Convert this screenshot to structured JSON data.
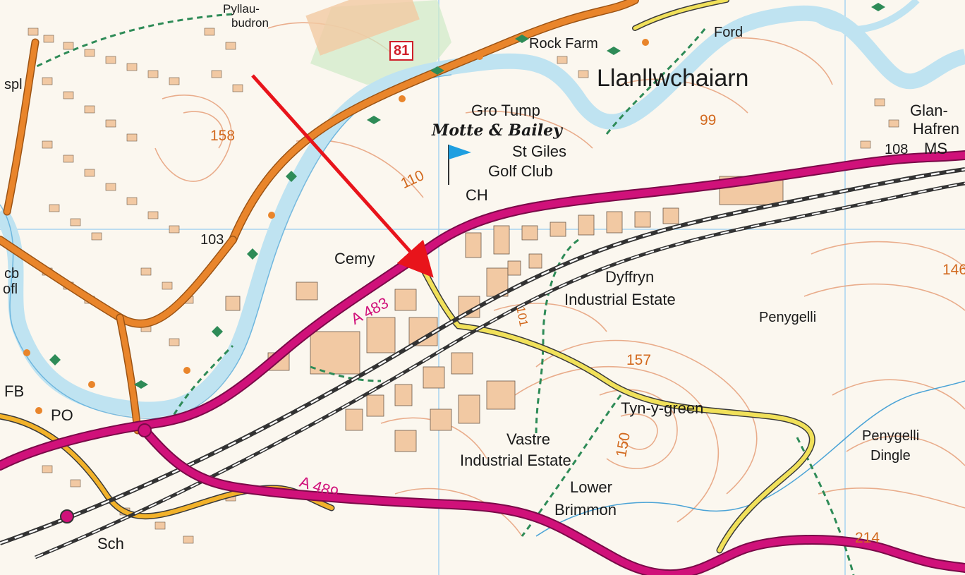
{
  "map": {
    "colors": {
      "background": "#fbf7ef",
      "river": "#bfe3f1",
      "a_road": "#d0117a",
      "b_road": "#e9852b",
      "minor_road": "#f1e15a",
      "railway": "#333333",
      "buildings": "#f2c9a3",
      "contours": "#e6a07a",
      "grid": "#a8d4f0",
      "footpath": "#2e8b57",
      "arrow": "#e8141b"
    },
    "icons": {
      "golf_flag": "flag-icon",
      "arrow": "arrow-icon"
    },
    "labels": {
      "pyllaubudron_1": "Pyllau-",
      "pyllaubudron_2": "budron",
      "rock_farm": "Rock Farm",
      "ford": "Ford",
      "llanllwchaiarn": "Llanllwchaiarn",
      "gro_tump": "Gro Tump",
      "motte_bailey": "Motte & Bailey",
      "st_giles": "St Giles",
      "golf_club": "Golf Club",
      "ch": "CH",
      "glan_hafren_1": "Glan-",
      "glan_hafren_2": "Hafren",
      "ms": "MS",
      "cemy": "Cemy",
      "dyffryn_1": "Dyffryn",
      "dyffryn_2": "Industrial Estate",
      "penygelli": "Penygelli",
      "tyn_y_green": "Tyn-y-green",
      "vastre_1": "Vastre",
      "vastre_2": "Industrial Estate",
      "lower_brimmon_1": "Lower",
      "lower_brimmon_2": "Brimmon",
      "penygelli_dingle_1": "Penygelli",
      "penygelli_dingle_2": "Dingle",
      "fb": "FB",
      "po": "PO",
      "sch": "Sch",
      "spl": "spl",
      "cb": "cb",
      "ofl": "ofl"
    },
    "roads": {
      "a483": "A 483",
      "a489": "A 489",
      "b_shield": "81"
    },
    "heights": {
      "h158": "158",
      "h99": "99",
      "h108": "108",
      "h110": "110",
      "h103": "103",
      "h146": "146",
      "h157": "157",
      "h150": "150",
      "h214": "214",
      "h101": "101"
    }
  }
}
